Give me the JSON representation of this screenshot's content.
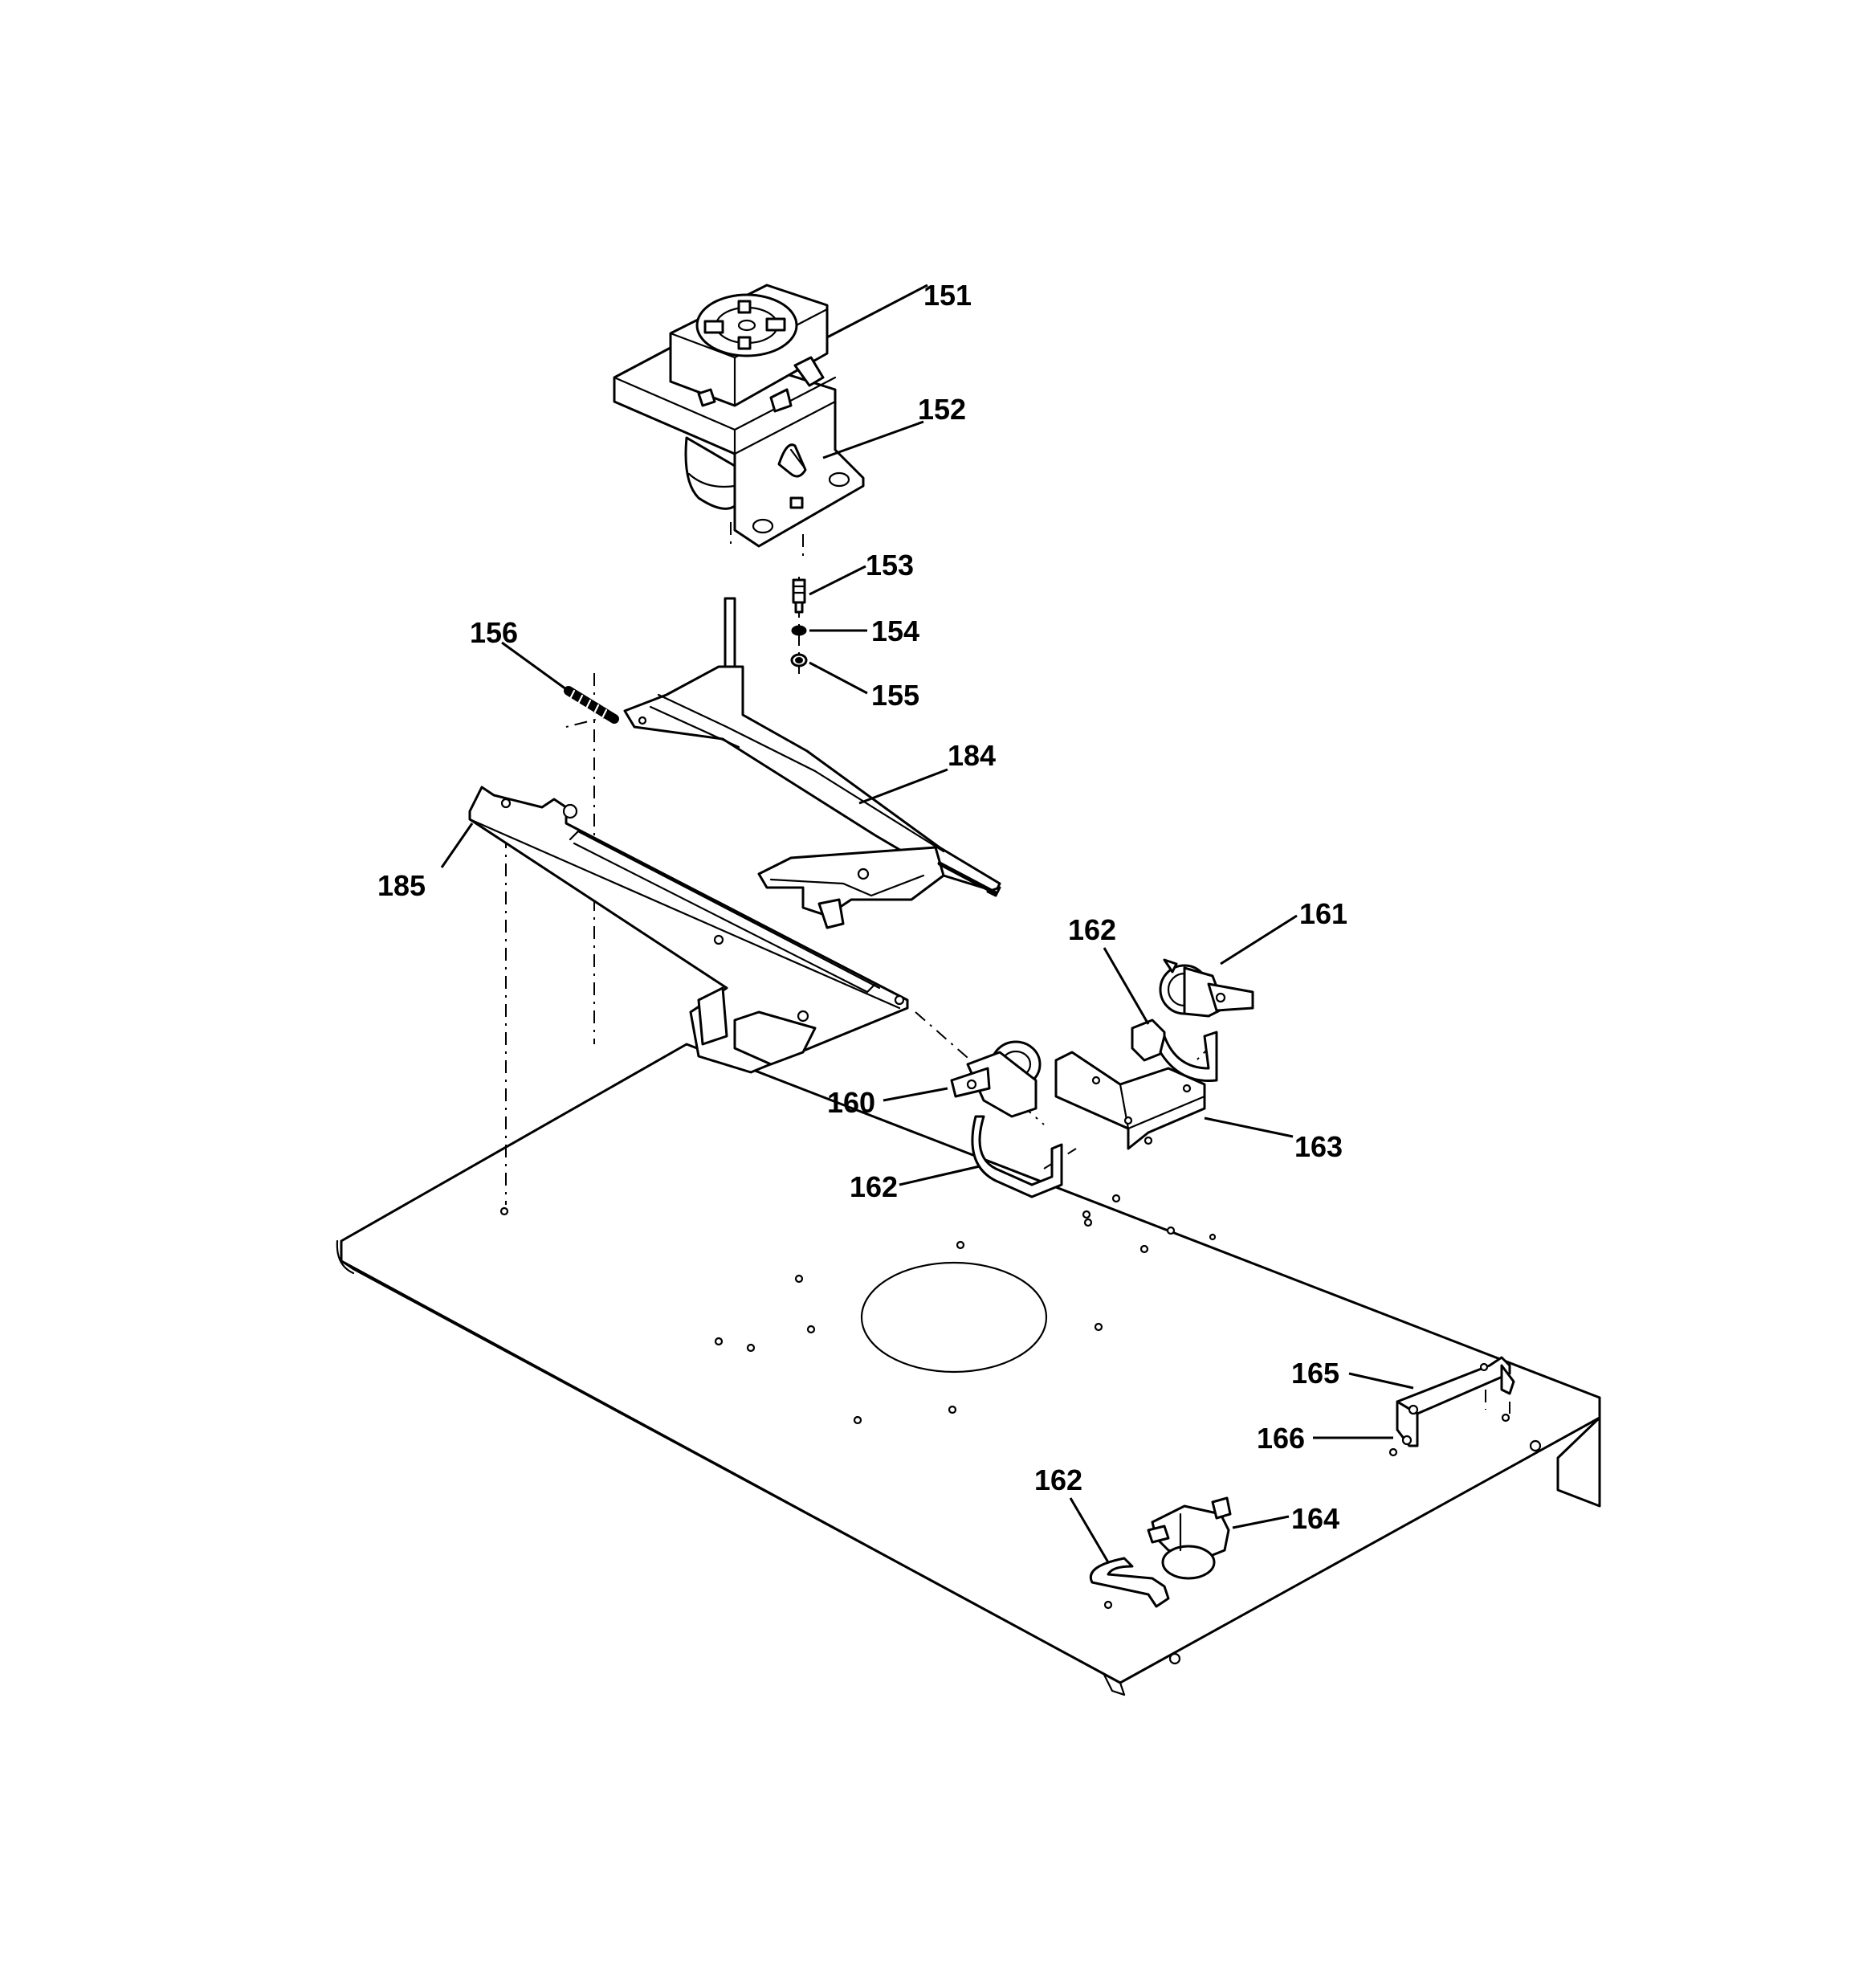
{
  "callouts": [
    {
      "id": "c151",
      "text": "151"
    },
    {
      "id": "c152",
      "text": "152"
    },
    {
      "id": "c153",
      "text": "153"
    },
    {
      "id": "c154",
      "text": "154"
    },
    {
      "id": "c155",
      "text": "155"
    },
    {
      "id": "c156",
      "text": "156"
    },
    {
      "id": "c184",
      "text": "184"
    },
    {
      "id": "c185",
      "text": "185"
    },
    {
      "id": "c161",
      "text": "161"
    },
    {
      "id": "c162a",
      "text": "162"
    },
    {
      "id": "c160",
      "text": "160"
    },
    {
      "id": "c163",
      "text": "163"
    },
    {
      "id": "c162b",
      "text": "162"
    },
    {
      "id": "c165",
      "text": "165"
    },
    {
      "id": "c166",
      "text": "166"
    },
    {
      "id": "c162c",
      "text": "162"
    },
    {
      "id": "c164",
      "text": "164"
    }
  ]
}
